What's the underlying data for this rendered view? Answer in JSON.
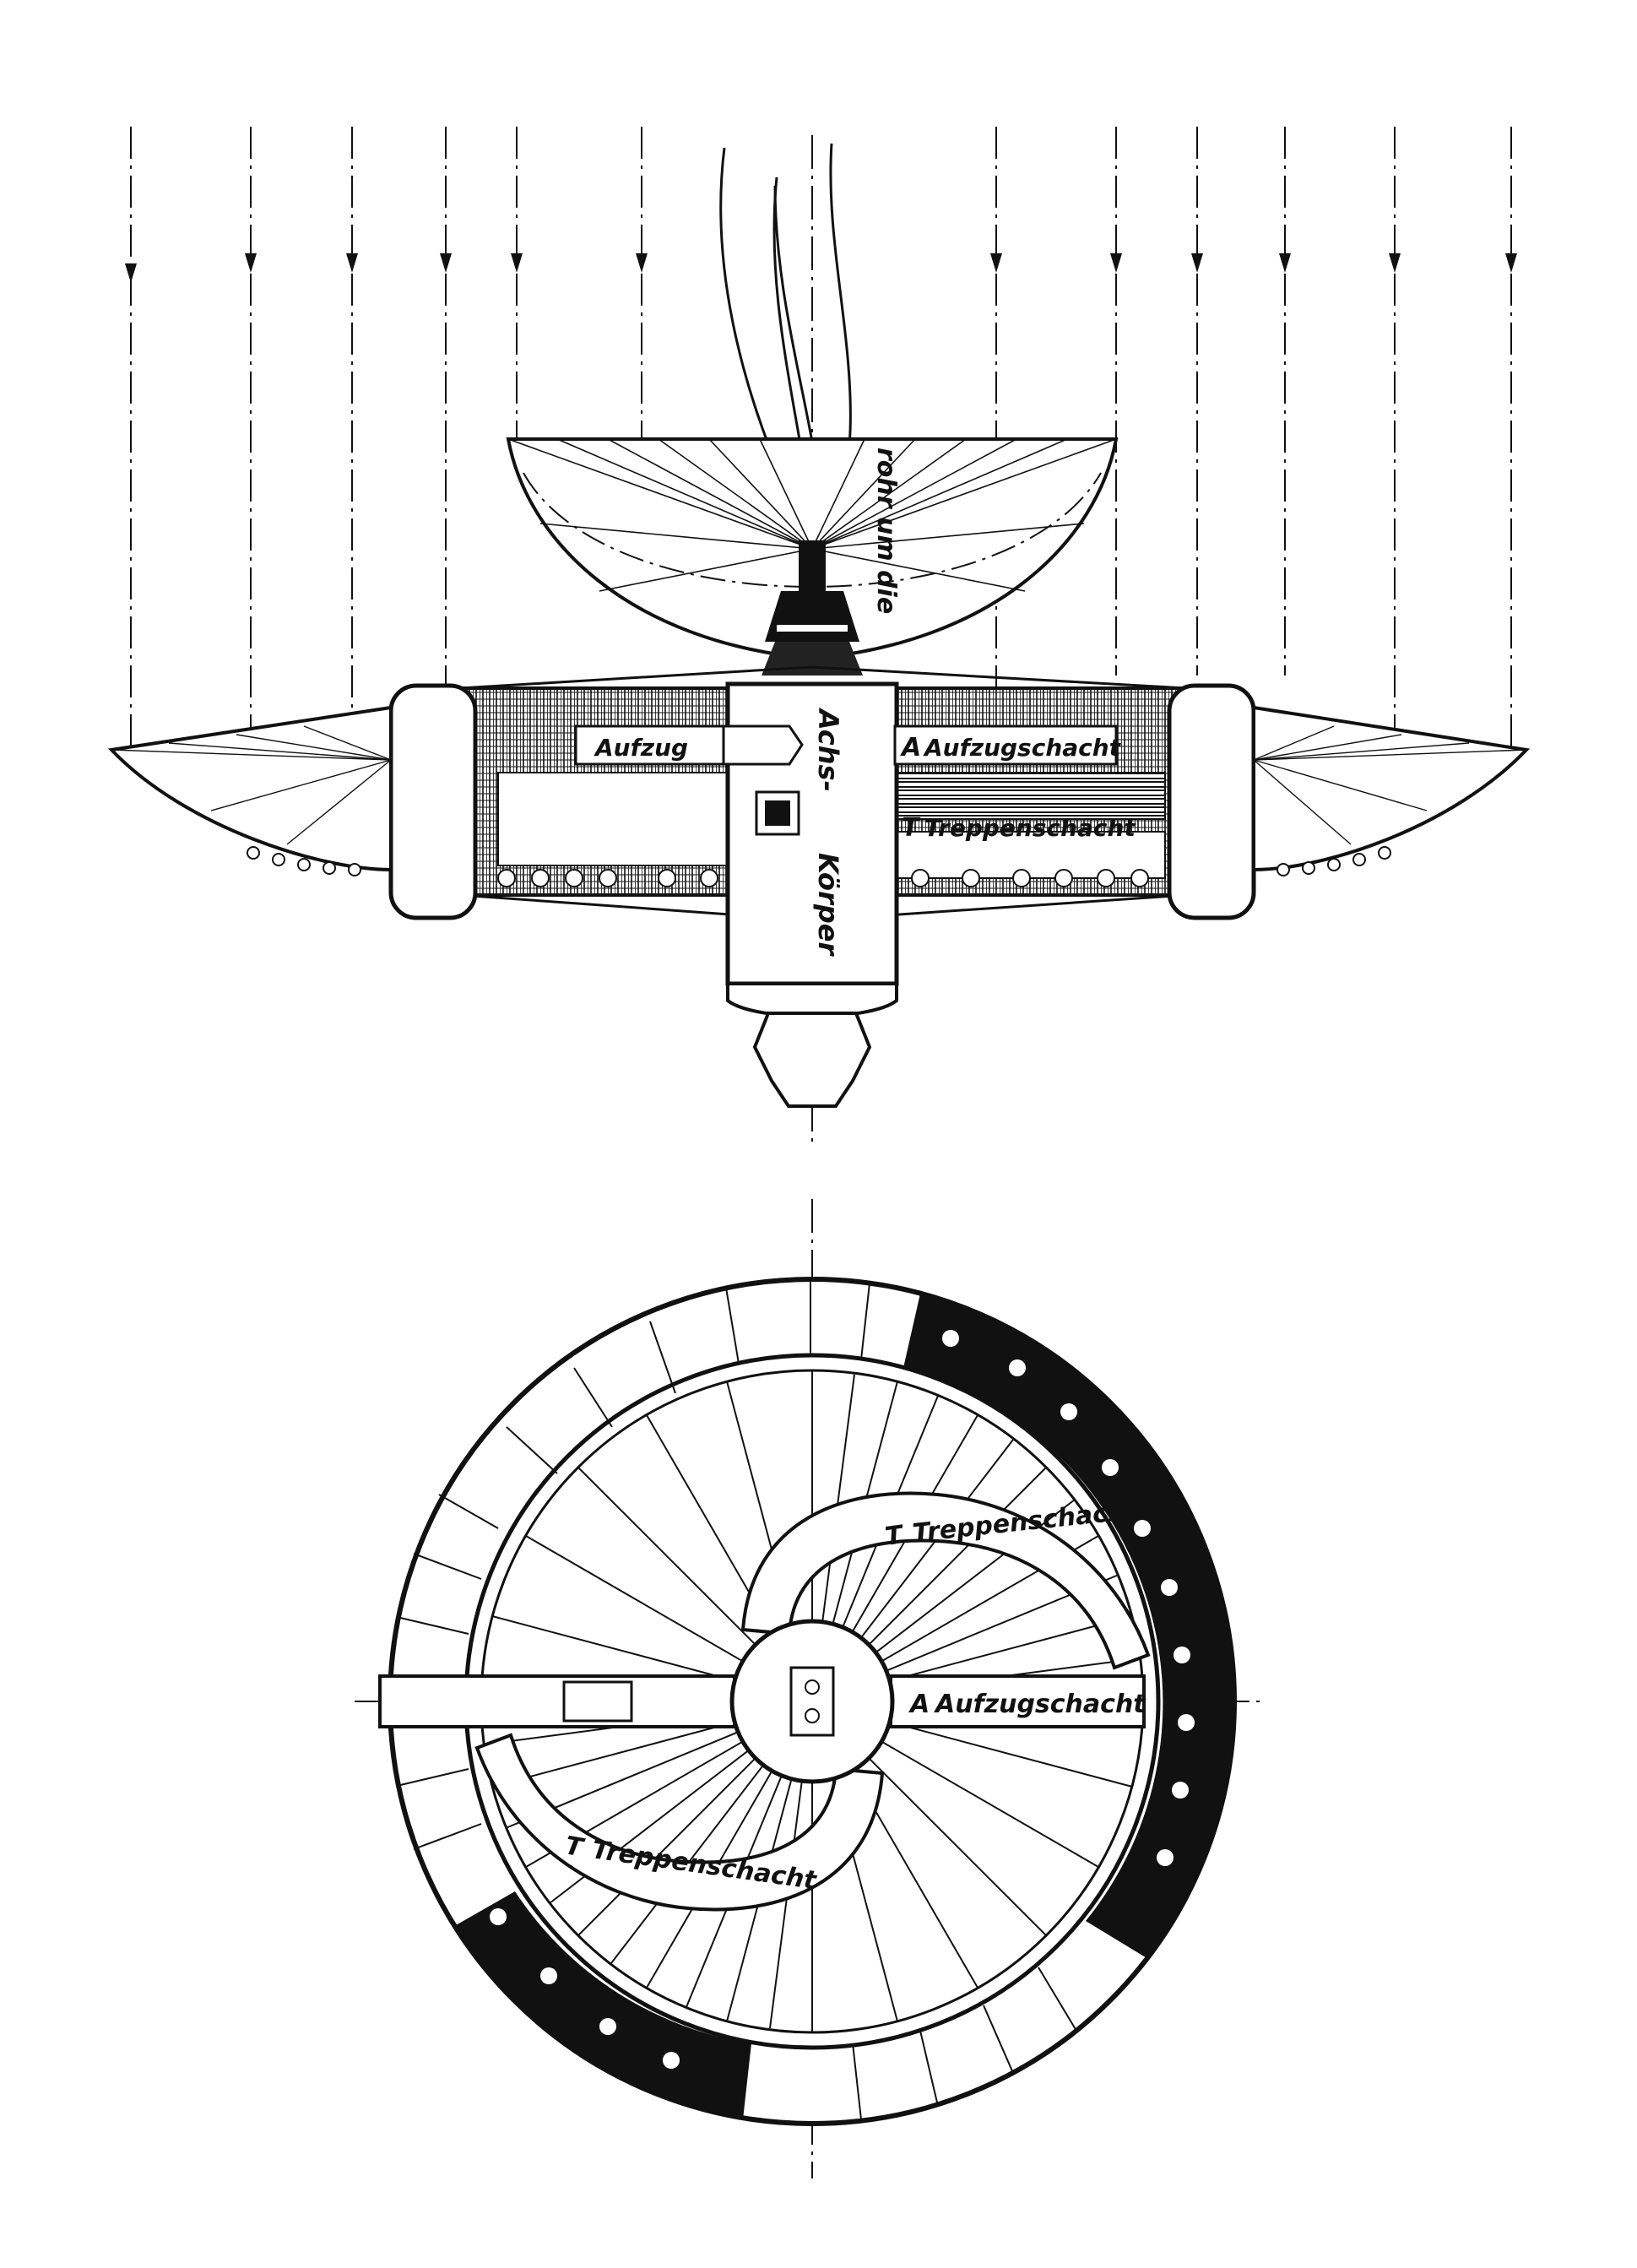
{
  "labels": {
    "aufzug": "Aufzug",
    "aufzugschacht_a": "A",
    "aufzugschacht": "Aufzugschacht",
    "treppenschacht_t": "T",
    "treppenschacht": "Treppenschacht",
    "achs_koerper_1": "Achs-",
    "achs_koerper_2": "Körper",
    "mast_text": "rohr um die",
    "plan_treppenschacht": "Treppenschacht",
    "plan_aufzugschacht": "Aufzugschacht",
    "marker_t": "T",
    "marker_a": "A"
  },
  "colors": {
    "ink": "#111111",
    "paper": "#ffffff"
  }
}
